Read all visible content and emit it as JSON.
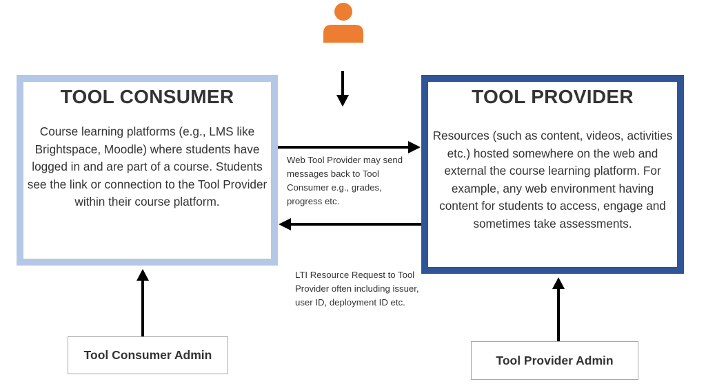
{
  "consumer": {
    "title": "TOOL CONSUMER",
    "description": "Course learning platforms (e.g., LMS like Brightspace, Moodle) where students have logged in and are part of a course. Students see the link or connection to the Tool Provider within their course platform."
  },
  "provider": {
    "title": "TOOL PROVIDER",
    "description": "Resources (such as content, videos, activities etc.) hosted somewhere on the web and external the course learning platform. For example, any web environment having content for students to access, engage and sometimes take assessments."
  },
  "notes": {
    "provider_to_consumer": "Web Tool Provider may send messages back to Tool Consumer e.g., grades, progress etc.",
    "consumer_to_provider": "LTI Resource Request to Tool Provider often including issuer, user ID, deployment ID etc."
  },
  "admins": {
    "consumer": "Tool Consumer Admin",
    "provider": "Tool Provider Admin"
  },
  "icons": {
    "user": "person-icon"
  },
  "colors": {
    "consumer_border": "#b4c7e7",
    "provider_border": "#2f5597",
    "user_icon": "#ed7d31",
    "text": "#333333"
  }
}
